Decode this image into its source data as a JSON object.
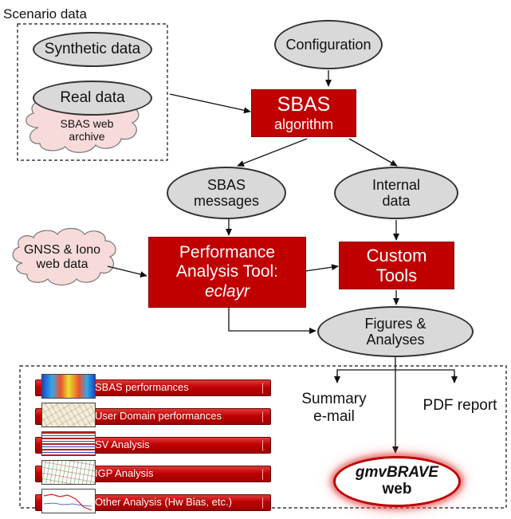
{
  "scenario": {
    "title": "Scenario data",
    "synthetic": "Synthetic data",
    "real": "Real data",
    "archive_line1": "SBAS web",
    "archive_line2": "archive"
  },
  "configuration": "Configuration",
  "algorithm": {
    "line1": "SBAS",
    "line2": "algorithm"
  },
  "messages": {
    "line1": "SBAS",
    "line2": "messages"
  },
  "internal": {
    "line1": "Internal",
    "line2": "data"
  },
  "gnss": {
    "line1": "GNSS & Iono",
    "line2": "web data"
  },
  "pat": {
    "line1": "Performance",
    "line2": "Analysis Tool:",
    "line3": "eclayr"
  },
  "custom": {
    "line1": "Custom",
    "line2": "Tools"
  },
  "figures": {
    "line1": "Figures &",
    "line2": "Analyses"
  },
  "summary": {
    "line1": "Summary",
    "line2": "e-mail"
  },
  "pdf": "PDF report",
  "brave": {
    "line1": "gmvBRAVE",
    "line2": "web"
  },
  "analysis_rows": [
    "SBAS performances",
    "User Domain performances",
    "SV Analysis",
    "IGP Analysis",
    "Other Analysis (Hw Bias, etc.)"
  ],
  "colors": {
    "accent": "#c00000",
    "node": "#d9d9d9",
    "cloud": "#f7dada"
  }
}
